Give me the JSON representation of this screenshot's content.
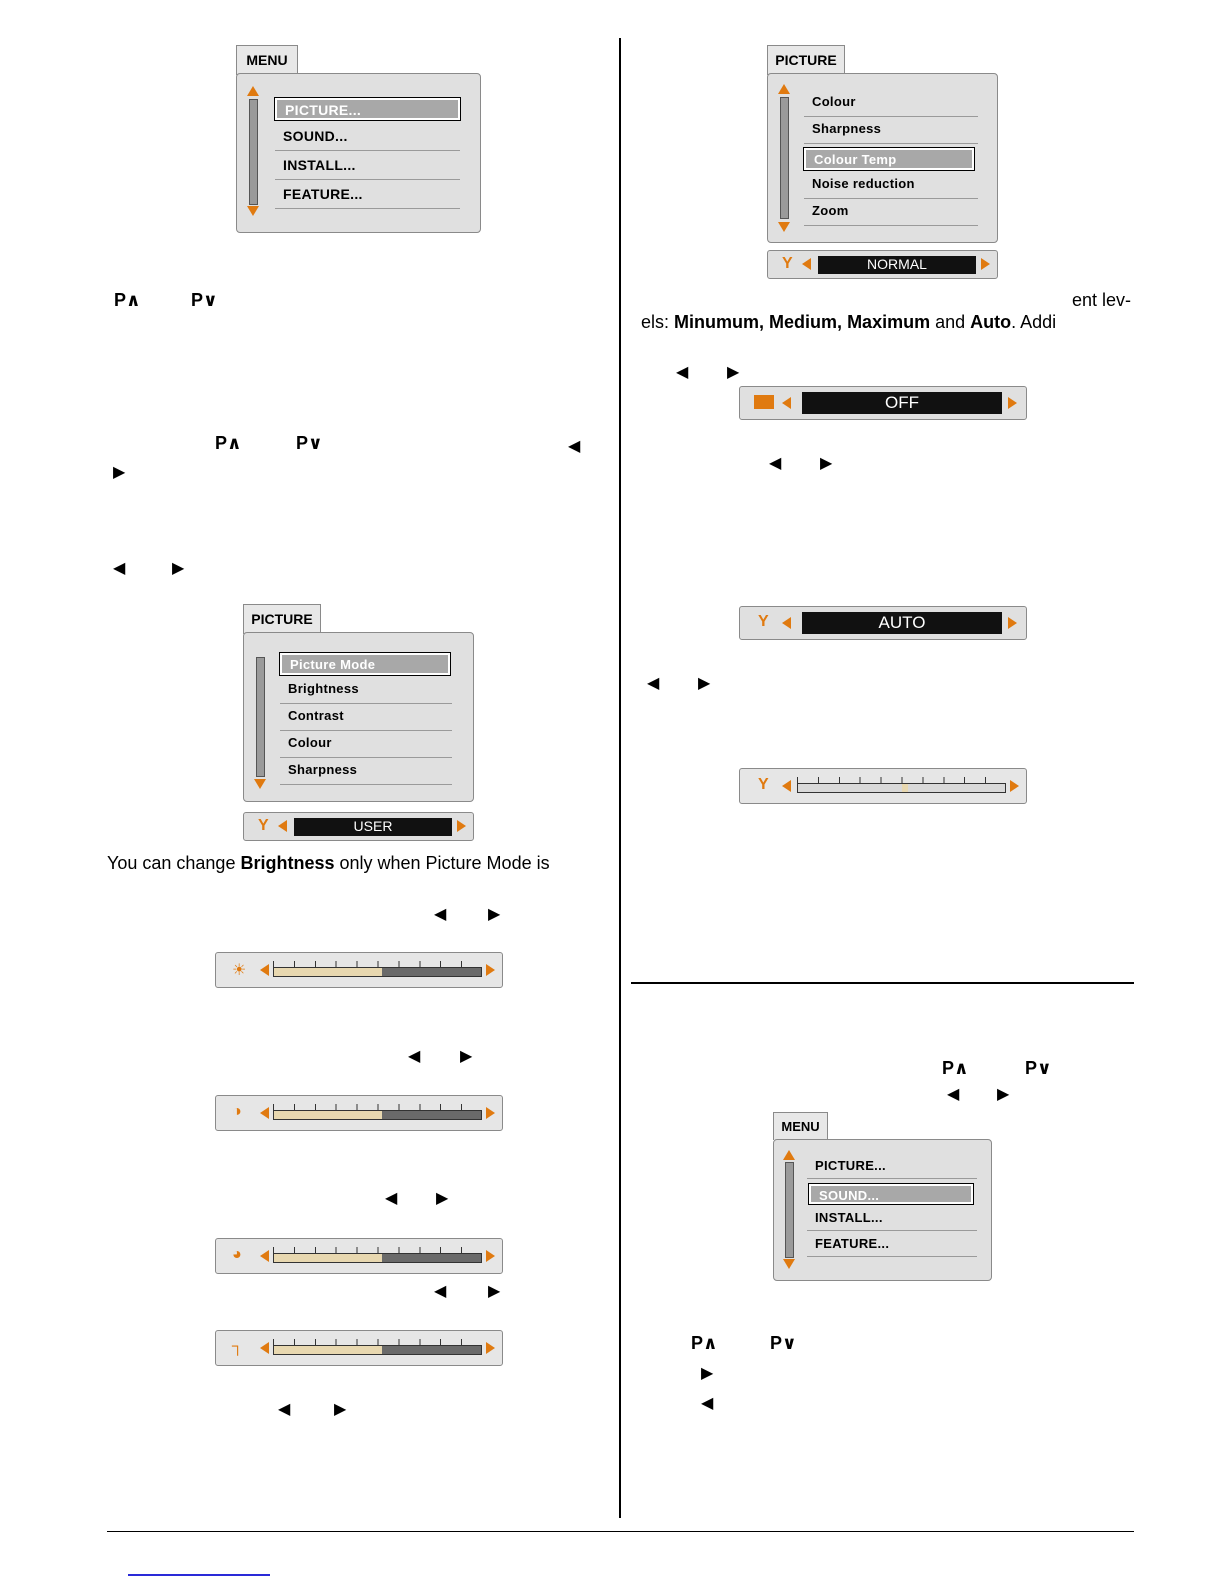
{
  "menu1": {
    "tab": "MENU",
    "items": [
      "PICTURE...",
      "SOUND...",
      "INSTALL...",
      "FEATURE..."
    ],
    "selected": 0
  },
  "picture_menu_1": {
    "tab": "PICTURE",
    "items": [
      "Picture Mode",
      "Brightness",
      "Contrast",
      "Colour",
      "Sharpness"
    ],
    "selected": 0,
    "value": "USER"
  },
  "picture_menu_2": {
    "tab": "PICTURE",
    "items": [
      "Colour",
      "Sharpness",
      "Colour Temp",
      "Noise reduction",
      "Zoom"
    ],
    "selected": 2,
    "value": "NORMAL"
  },
  "menu2": {
    "tab": "MENU",
    "items": [
      "PICTURE...",
      "SOUND...",
      "INSTALL...",
      "FEATURE..."
    ],
    "selected": 1
  },
  "noise_box": {
    "value": "OFF"
  },
  "auto_box": {
    "value": "AUTO"
  },
  "keys": {
    "p_up": "P∧",
    "p_down": "P∨",
    "left": "◀",
    "right": "▶"
  },
  "text": {
    "brightness_pre": "You can change ",
    "brightness_bold": "Brightness",
    "brightness_post": " only when Picture Mode is",
    "levels_1": "ent lev-",
    "levels_2_pre": "els: ",
    "levels_bold_1": "Minumum,",
    "levels_bold_2": "Medium,",
    "levels_bold_3": "Maximum",
    "levels_and": " and ",
    "levels_bold_4": "Auto",
    "levels_post": ". Addi"
  },
  "sliders": [
    {
      "name": "brightness",
      "icon": "sun-icon",
      "glyph": "☀",
      "level": 0.52
    },
    {
      "name": "contrast",
      "icon": "contrast-icon",
      "glyph": "◑",
      "level": 0.52
    },
    {
      "name": "colour",
      "icon": "colour-icon",
      "glyph": "◕",
      "level": 0.52
    },
    {
      "name": "sharpness",
      "icon": "sharpness-icon",
      "glyph": "┐",
      "level": 0.52
    },
    {
      "name": "tint",
      "icon": "wrench-icon",
      "glyph": "Y",
      "level": 0.5
    }
  ],
  "colors": {
    "accent": "#e07a10",
    "panel": "#e0e0e0",
    "selected": "#a8a8a8"
  }
}
